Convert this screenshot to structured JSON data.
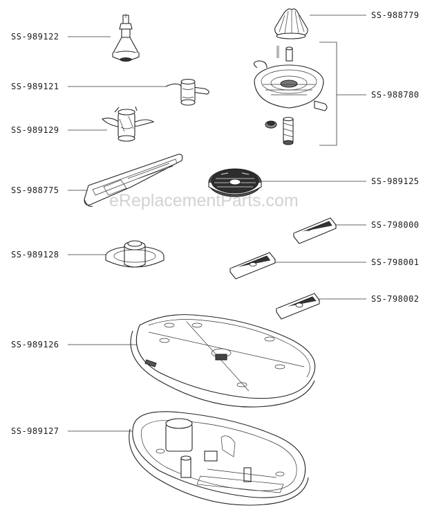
{
  "watermark": "eReplacementParts.com",
  "parts": [
    {
      "id": "ss-989122",
      "label": "SS-989122",
      "icon": "shaft-adapter-icon"
    },
    {
      "id": "ss-989121",
      "label": "SS-989121",
      "icon": "blade-icon"
    },
    {
      "id": "ss-989129",
      "label": "SS-989129",
      "icon": "mixing-blade-icon"
    },
    {
      "id": "ss-988775",
      "label": "SS-988775",
      "icon": "spatula-icon"
    },
    {
      "id": "ss-989128",
      "label": "SS-989128",
      "icon": "drive-coupler-icon"
    },
    {
      "id": "ss-989126",
      "label": "SS-989126",
      "icon": "base-housing-top-icon"
    },
    {
      "id": "ss-989127",
      "label": "SS-989127",
      "icon": "base-housing-bottom-icon"
    },
    {
      "id": "ss-988779",
      "label": "SS-988779",
      "icon": "juicer-cone-icon"
    },
    {
      "id": "ss-988780",
      "label": "SS-988780",
      "icon": "citrus-press-assembly-icon"
    },
    {
      "id": "ss-989125",
      "label": "SS-989125",
      "icon": "grating-disc-icon"
    },
    {
      "id": "ss-798000",
      "label": "SS-798000",
      "icon": "slicing-insert-icon"
    },
    {
      "id": "ss-798001",
      "label": "SS-798001",
      "icon": "shredding-insert-icon"
    },
    {
      "id": "ss-798002",
      "label": "SS-798002",
      "icon": "grating-insert-icon"
    }
  ]
}
